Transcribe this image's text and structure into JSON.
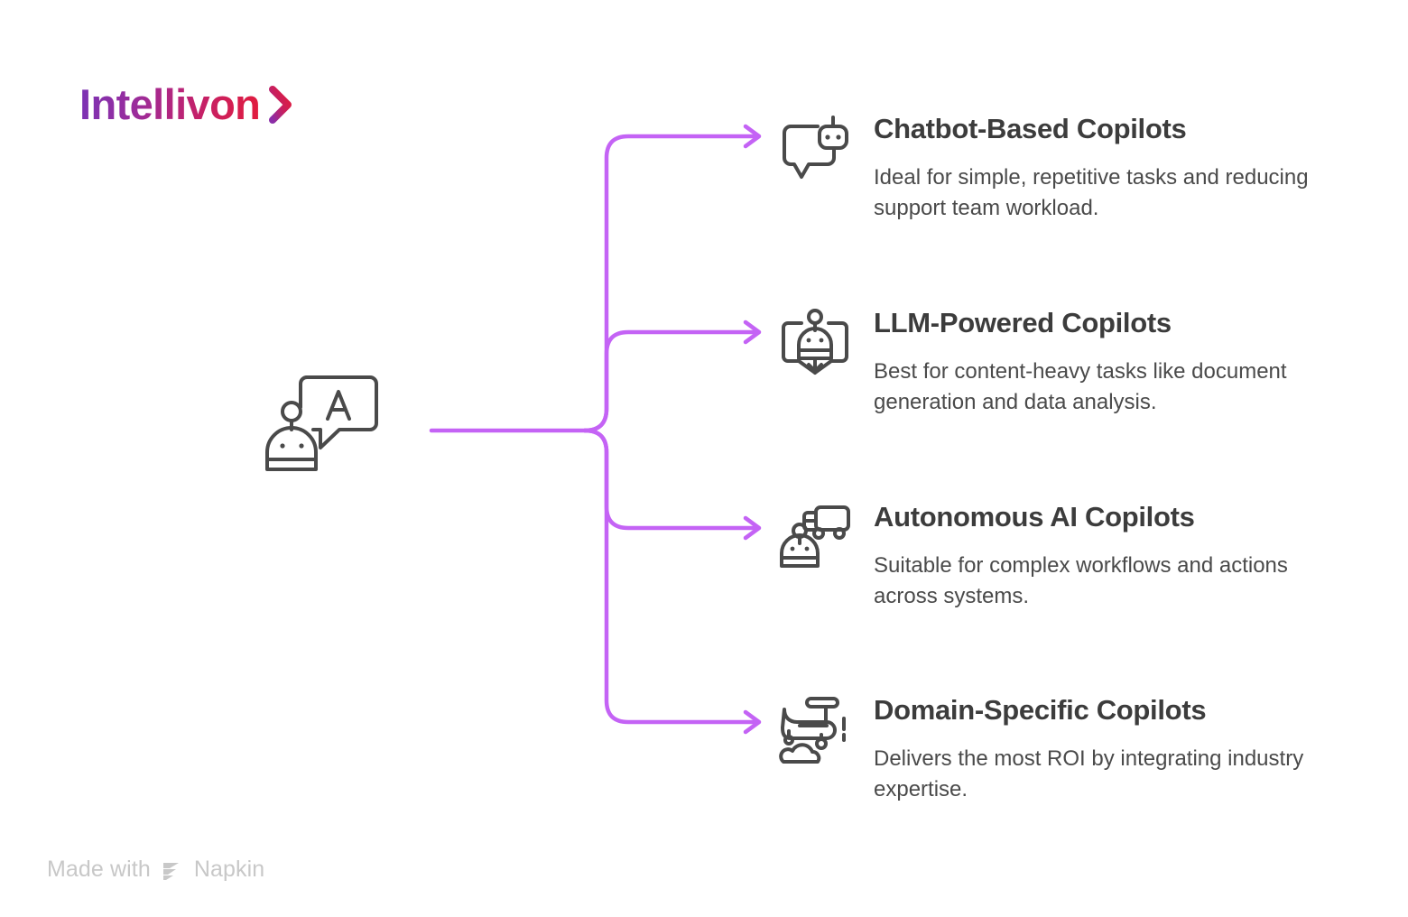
{
  "brand": {
    "name": "Intellivon",
    "chevron_icon": "chevron-right-icon",
    "gradient_start": "#7b33b5",
    "gradient_end": "#e21b3c"
  },
  "diagram": {
    "type": "mind-map",
    "connector_color": "#c463f5",
    "root": {
      "icon": "robot-with-speech-bubble-icon",
      "bubble_letter": "A"
    },
    "branches": [
      {
        "icon": "chat-bubble-robot-icon",
        "title": "Chatbot-Based Copilots",
        "description": "Ideal for simple, repetitive tasks and reducing support team workload."
      },
      {
        "icon": "book-robot-icon",
        "title": "LLM-Powered Copilots",
        "description": "Best for content-heavy tasks like document generation and data analysis."
      },
      {
        "icon": "robot-delivery-truck-icon",
        "title": "Autonomous AI Copilots",
        "description": "Suitable for complex workflows and actions across systems."
      },
      {
        "icon": "airplane-cloud-icon",
        "title": "Domain-Specific Copilots",
        "description": "Delivers the most ROI by integrating industry expertise."
      }
    ]
  },
  "footer": {
    "made_with_label": "Made with",
    "product_name": "Napkin",
    "logo_icon": "napkin-logo-icon"
  }
}
